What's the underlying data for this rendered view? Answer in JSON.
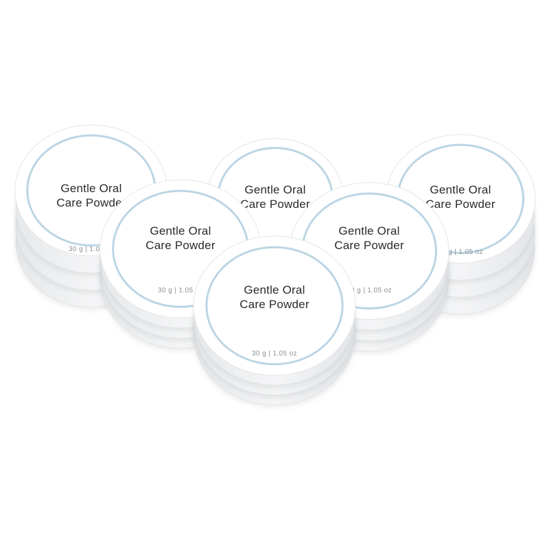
{
  "product": {
    "title_line1": "Gentle Oral",
    "title_line2": "Care Powder",
    "weight": "30 g | 1.05 oz"
  },
  "colors": {
    "background": "#ffffff",
    "jar_body": "#f4f5f6",
    "lid": "#ffffff",
    "ring": "#bcd5e3",
    "title": "#2a2a2a",
    "weight": "#8a8f96"
  },
  "jars": [
    {
      "name": "jar-back-left"
    },
    {
      "name": "jar-back-center"
    },
    {
      "name": "jar-back-right"
    },
    {
      "name": "jar-middle-left"
    },
    {
      "name": "jar-middle-right"
    },
    {
      "name": "jar-front-center"
    }
  ]
}
